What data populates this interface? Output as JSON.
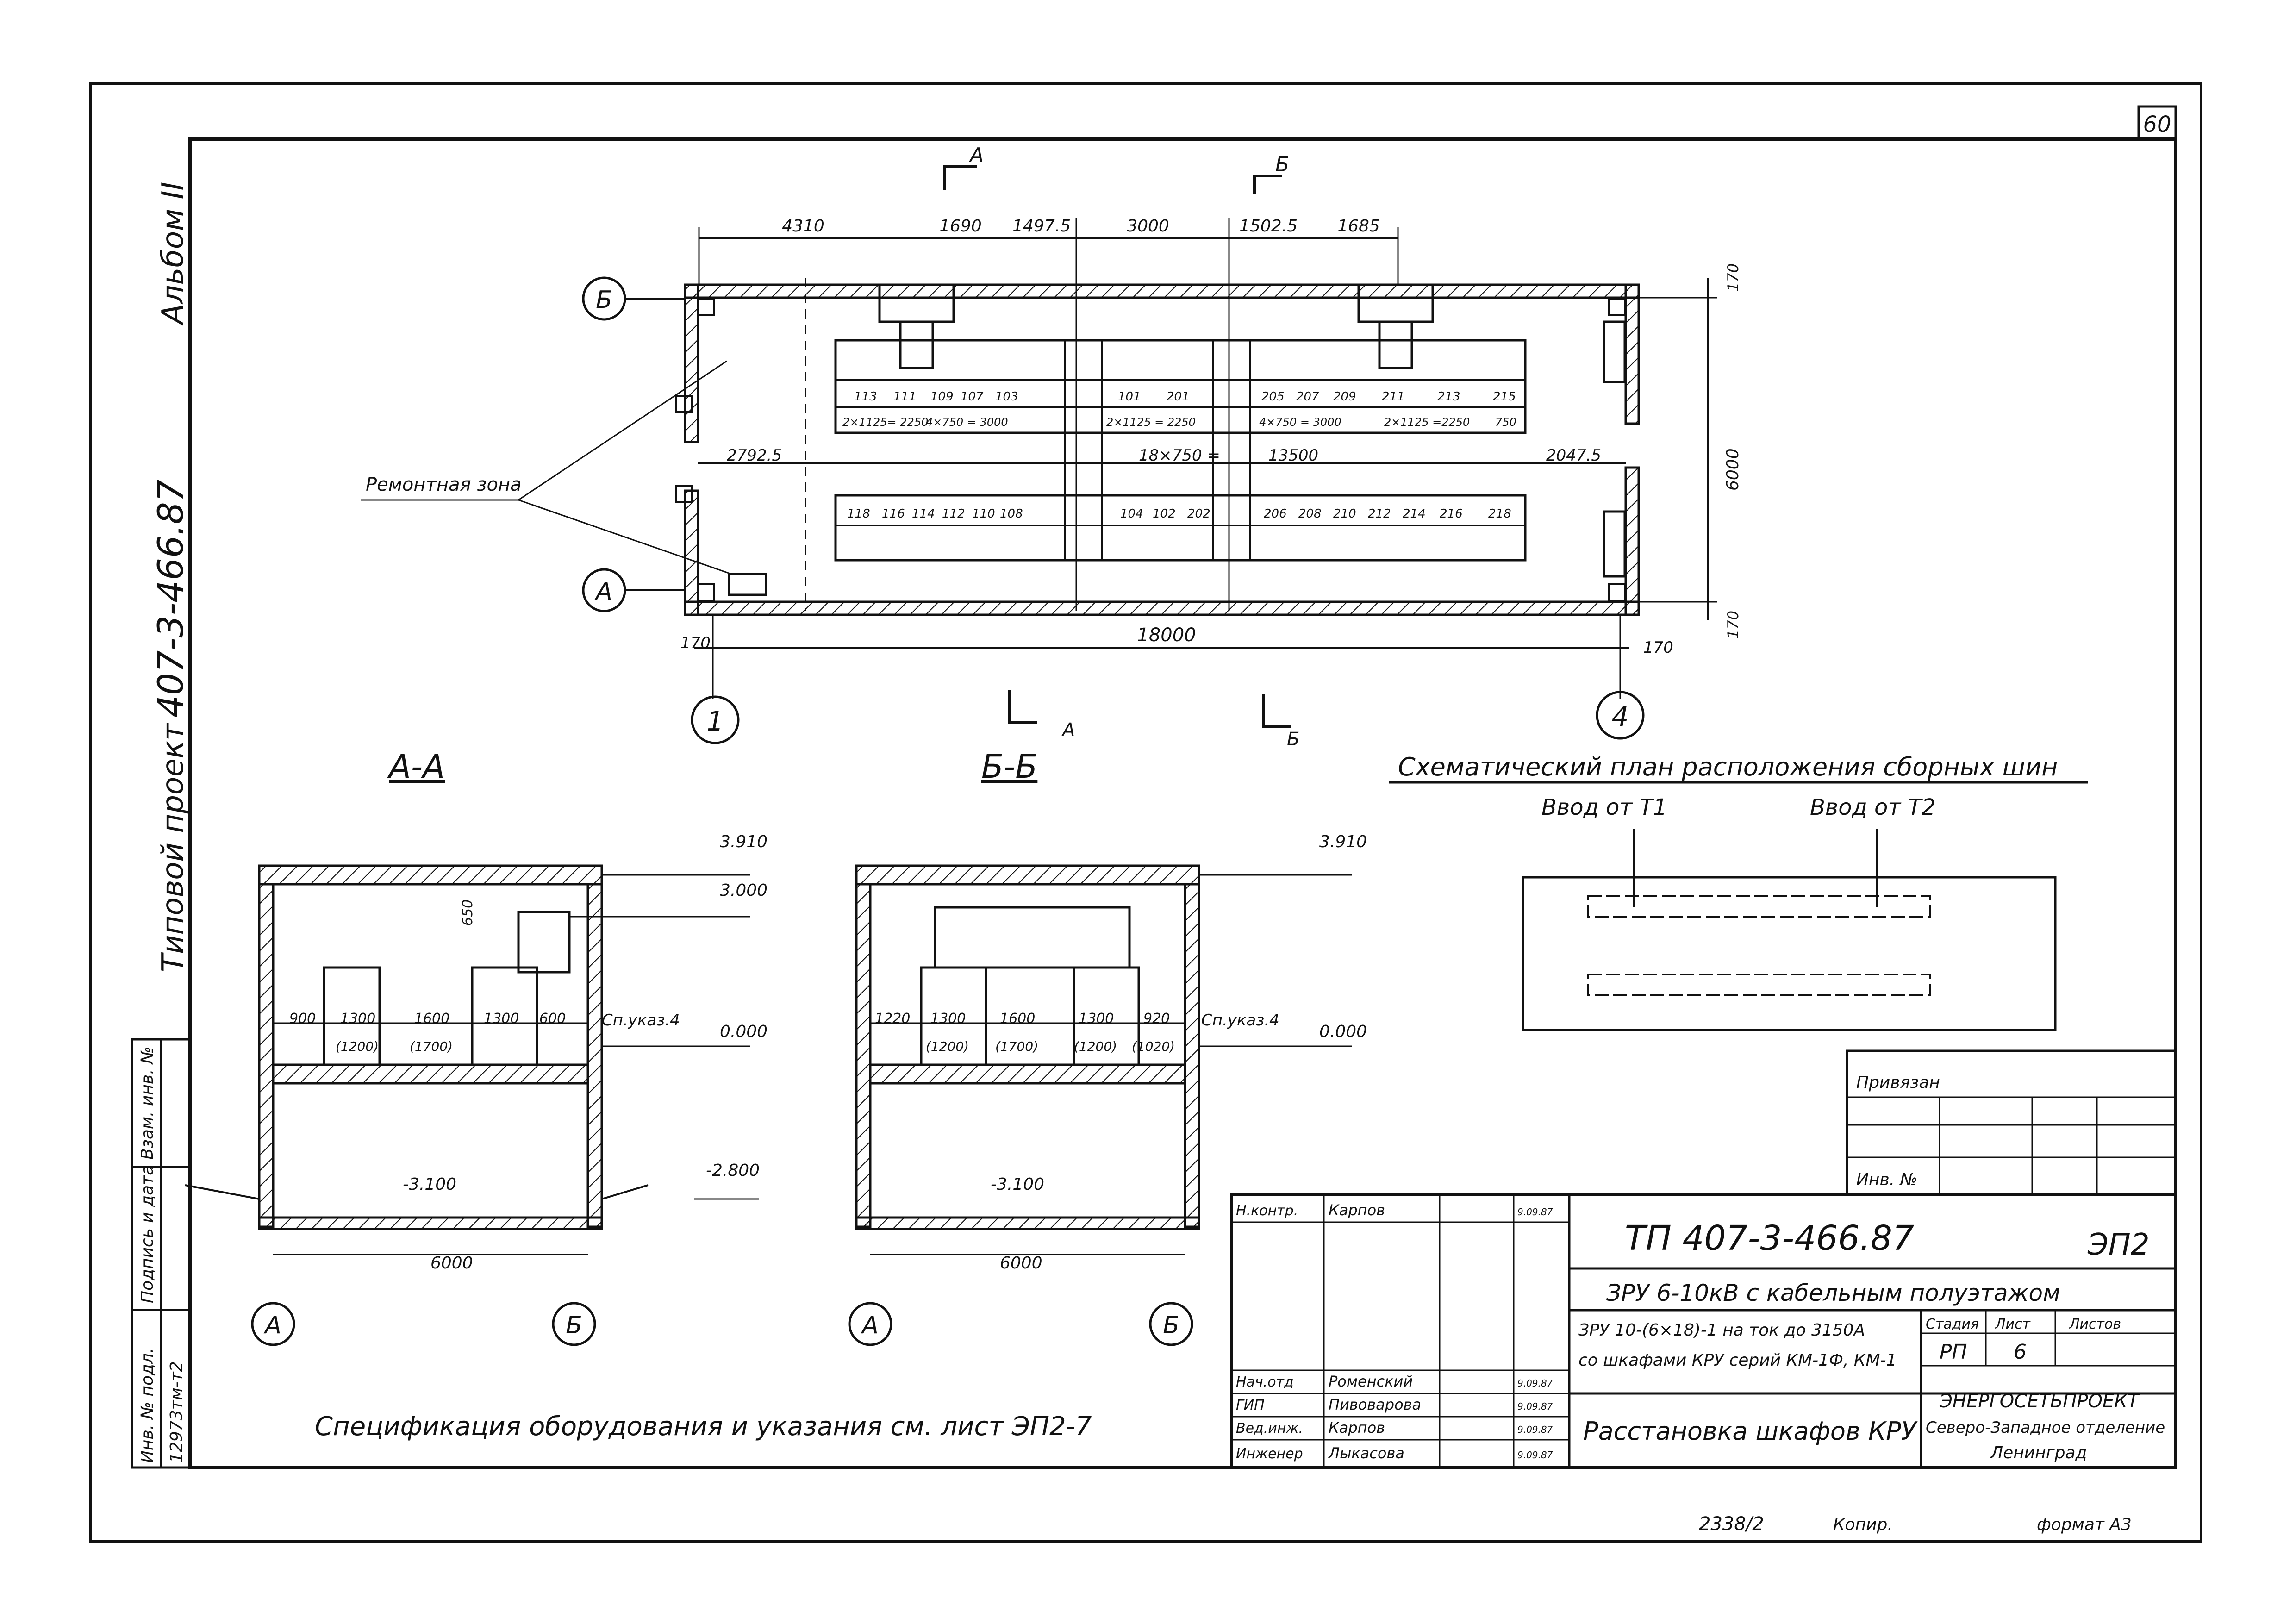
{
  "sheet": {
    "page_number": "60",
    "album_label": "Альбом II",
    "project_code_vertical": "407-3-466.87",
    "project_type": "Типовой проект",
    "stamp_left": {
      "inv_podl": "Инв. № подл.",
      "podpis_data": "Подпись и дата",
      "vzam_inv": "Взам. инв. №",
      "code": "12973тм-т2"
    }
  },
  "plan": {
    "section_marks_top": [
      "А",
      "Б"
    ],
    "section_marks_bottom": [
      "А",
      "Б"
    ],
    "axis_letters": [
      "Б",
      "А"
    ],
    "axis_numbers": [
      "1",
      "4"
    ],
    "top_dims": [
      "4310",
      "1690",
      "1497.5",
      "3000",
      "1502.5",
      "1685"
    ],
    "side_dims": [
      "170",
      "6000",
      "170"
    ],
    "bottom_dims": [
      "170",
      "18000",
      "170"
    ],
    "inner_dims": [
      "2792.5",
      "18×750 =",
      "13500",
      "2047.5"
    ],
    "repair_zone": "Ремонтная зона",
    "row_top_cells": [
      "113",
      "111",
      "109",
      "107",
      "103",
      "101",
      "201",
      "205",
      "207",
      "209",
      "211",
      "213",
      "215"
    ],
    "row_top_dims": [
      "2×1125= 2250",
      "4×750 = 3000",
      "2×1125 = 2250",
      "4×750 = 3000",
      "2×1125 =2250",
      "750"
    ],
    "row_bottom_cells": [
      "118",
      "116",
      "114",
      "112",
      "110",
      "108",
      "104",
      "102",
      "202",
      "206",
      "208",
      "210",
      "212",
      "214",
      "216",
      "218"
    ]
  },
  "section_aa": {
    "title": "А-А",
    "levels": [
      "3.910",
      "3.000",
      "0.000",
      "-2.800",
      "-3.100"
    ],
    "dim_650": "650",
    "dims": [
      "900",
      "1300",
      "1600",
      "1300",
      "600"
    ],
    "dims_sub": [
      "(1200)",
      "(1700)"
    ],
    "note": "Сп.указ.4",
    "width": "6000",
    "axes": [
      "А",
      "Б"
    ]
  },
  "section_bb": {
    "title": "Б-Б",
    "levels": [
      "3.910",
      "0.000",
      "-3.100"
    ],
    "dims": [
      "1220",
      "1300",
      "1600",
      "1300",
      "920"
    ],
    "dims_sub": [
      "(1200)",
      "(1700)",
      "(1200)",
      "(1020)"
    ],
    "note": "Сп.указ.4",
    "width": "6000",
    "axes": [
      "А",
      "Б"
    ]
  },
  "busbar": {
    "title": "Схематический план расположения сборных шин",
    "input1": "Ввод от Т1",
    "input2": "Ввод от Т2"
  },
  "spec_note": "Спецификация оборудования и указания см. лист ЭП2-7",
  "title_block": {
    "privyazan": "Привязан",
    "inv_no": "Инв. №",
    "roles": [
      {
        "role": "Н.контр.",
        "name": "Карпов",
        "date": "9.09.87"
      },
      {
        "role": "Нач.отд",
        "name": "Роменский",
        "date": "9.09.87"
      },
      {
        "role": "ГИП",
        "name": "Пивоварова",
        "date": "9.09.87"
      },
      {
        "role": "Вед.инж.",
        "name": "Карпов",
        "date": "9.09.87"
      },
      {
        "role": "Инженер",
        "name": "Лыкасова",
        "date": "9.09.87"
      }
    ],
    "doc_code": "ТП 407-3-466.87",
    "doc_mark": "ЭП2",
    "object": "ЗРУ 6-10кВ с кабельным полуэтажом",
    "description_1": "ЗРУ 10-(6×18)-1 на ток до 3150А",
    "description_2": "со шкафами КРУ серий КМ-1Ф, КМ-1",
    "stage_label": "Стадия",
    "sheet_label": "Лист",
    "sheets_label": "Листов",
    "stage": "РП",
    "sheet_no": "6",
    "drawing_title": "Расстановка шкафов КРУ",
    "org_1": "ЭНЕРГОСЕТЬПРОЕКТ",
    "org_2": "Северо-Западное отделение",
    "org_3": "Ленинград"
  },
  "footer": {
    "num": "2338/2",
    "kopir": "Копир.",
    "format": "формат А3"
  }
}
